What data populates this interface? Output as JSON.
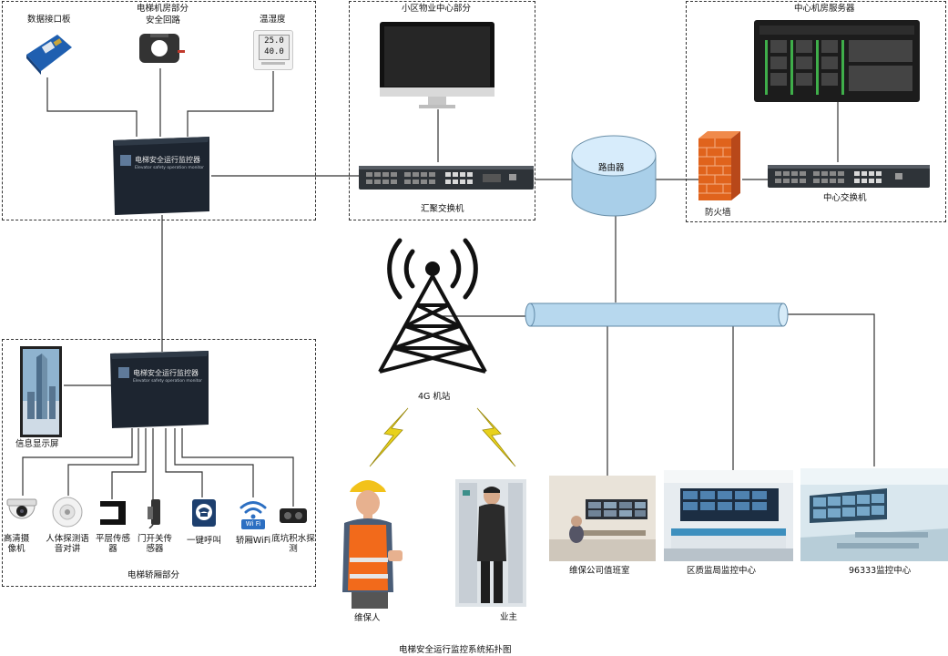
{
  "caption": "电梯安全运行监控系统拓扑图",
  "zones": {
    "machine_room": {
      "title": "电梯机房部分"
    },
    "property_center": {
      "title": "小区物业中心部分"
    },
    "data_center": {
      "title": "中心机房服务器"
    },
    "elevator_car": {
      "title": "电梯轿厢部分"
    }
  },
  "machine_room": {
    "data_board": "数据接口板",
    "safety_circuit": "安全回路",
    "temp_humidity": "温湿度",
    "temp_readout": "25.0",
    "humidity_readout": "40.0"
  },
  "monitor_device": {
    "name": "电梯安全运行监控器",
    "subtitle": "Elevator safety operation monitor"
  },
  "network": {
    "aggregation_switch": "汇聚交换机",
    "router": "路由器",
    "firewall": "防火墙",
    "core_switch": "中心交换机",
    "base_station": "4G 机站"
  },
  "car_devices": {
    "info_display": "信息显示屏",
    "camera": "高清摄像机",
    "intercom": "人体探测语音对讲",
    "level_sensor": "平层传感器",
    "door_sensor": "门开关传感器",
    "call_button": "一键呼叫",
    "wifi": "轿厢WiFi",
    "pit_water": "底坑积水探测",
    "wifi_badge": "Wi Fi"
  },
  "people": {
    "maintainer": "维保人",
    "owner": "业主"
  },
  "centers": {
    "maintenance_duty": "维保公司值班室",
    "district_bureau": "区质监局监控中心",
    "center_96333": "96333监控中心"
  },
  "colors": {
    "router_top": "#d7ecfb",
    "router_side": "#a9cfe9",
    "bus": "#b7d8ee",
    "firewall": "#e0631c",
    "device_body": "#1d2530",
    "lightning": "#e8d11c"
  }
}
